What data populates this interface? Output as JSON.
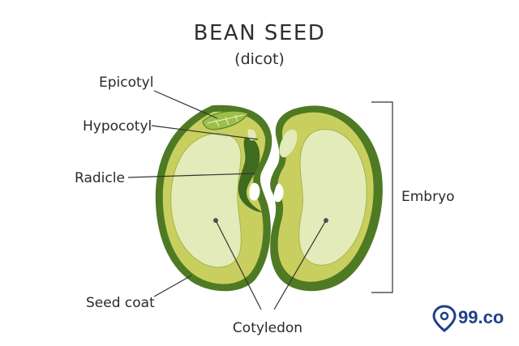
{
  "title": "BEAN SEED",
  "subtitle": "(dicot)",
  "labels": {
    "epicotyl": "Epicotyl",
    "hypocotyl": "Hypocotyl",
    "radicle": "Radicle",
    "seed_coat": "Seed coat",
    "cotyledon": "Cotyledon",
    "embryo": "Embryo"
  },
  "logo": {
    "text": "99.co",
    "icon": "map-pin-icon"
  },
  "colors": {
    "seed_coat": "#4f7a24",
    "cotyledon_outer": "#c9cf5e",
    "cotyledon_inner": "#e2ebb9",
    "embryo_dark": "#3f6b1f",
    "epicotyl": "#9cbf4c",
    "lines": "#333333",
    "logo": "#1e3f8a"
  }
}
